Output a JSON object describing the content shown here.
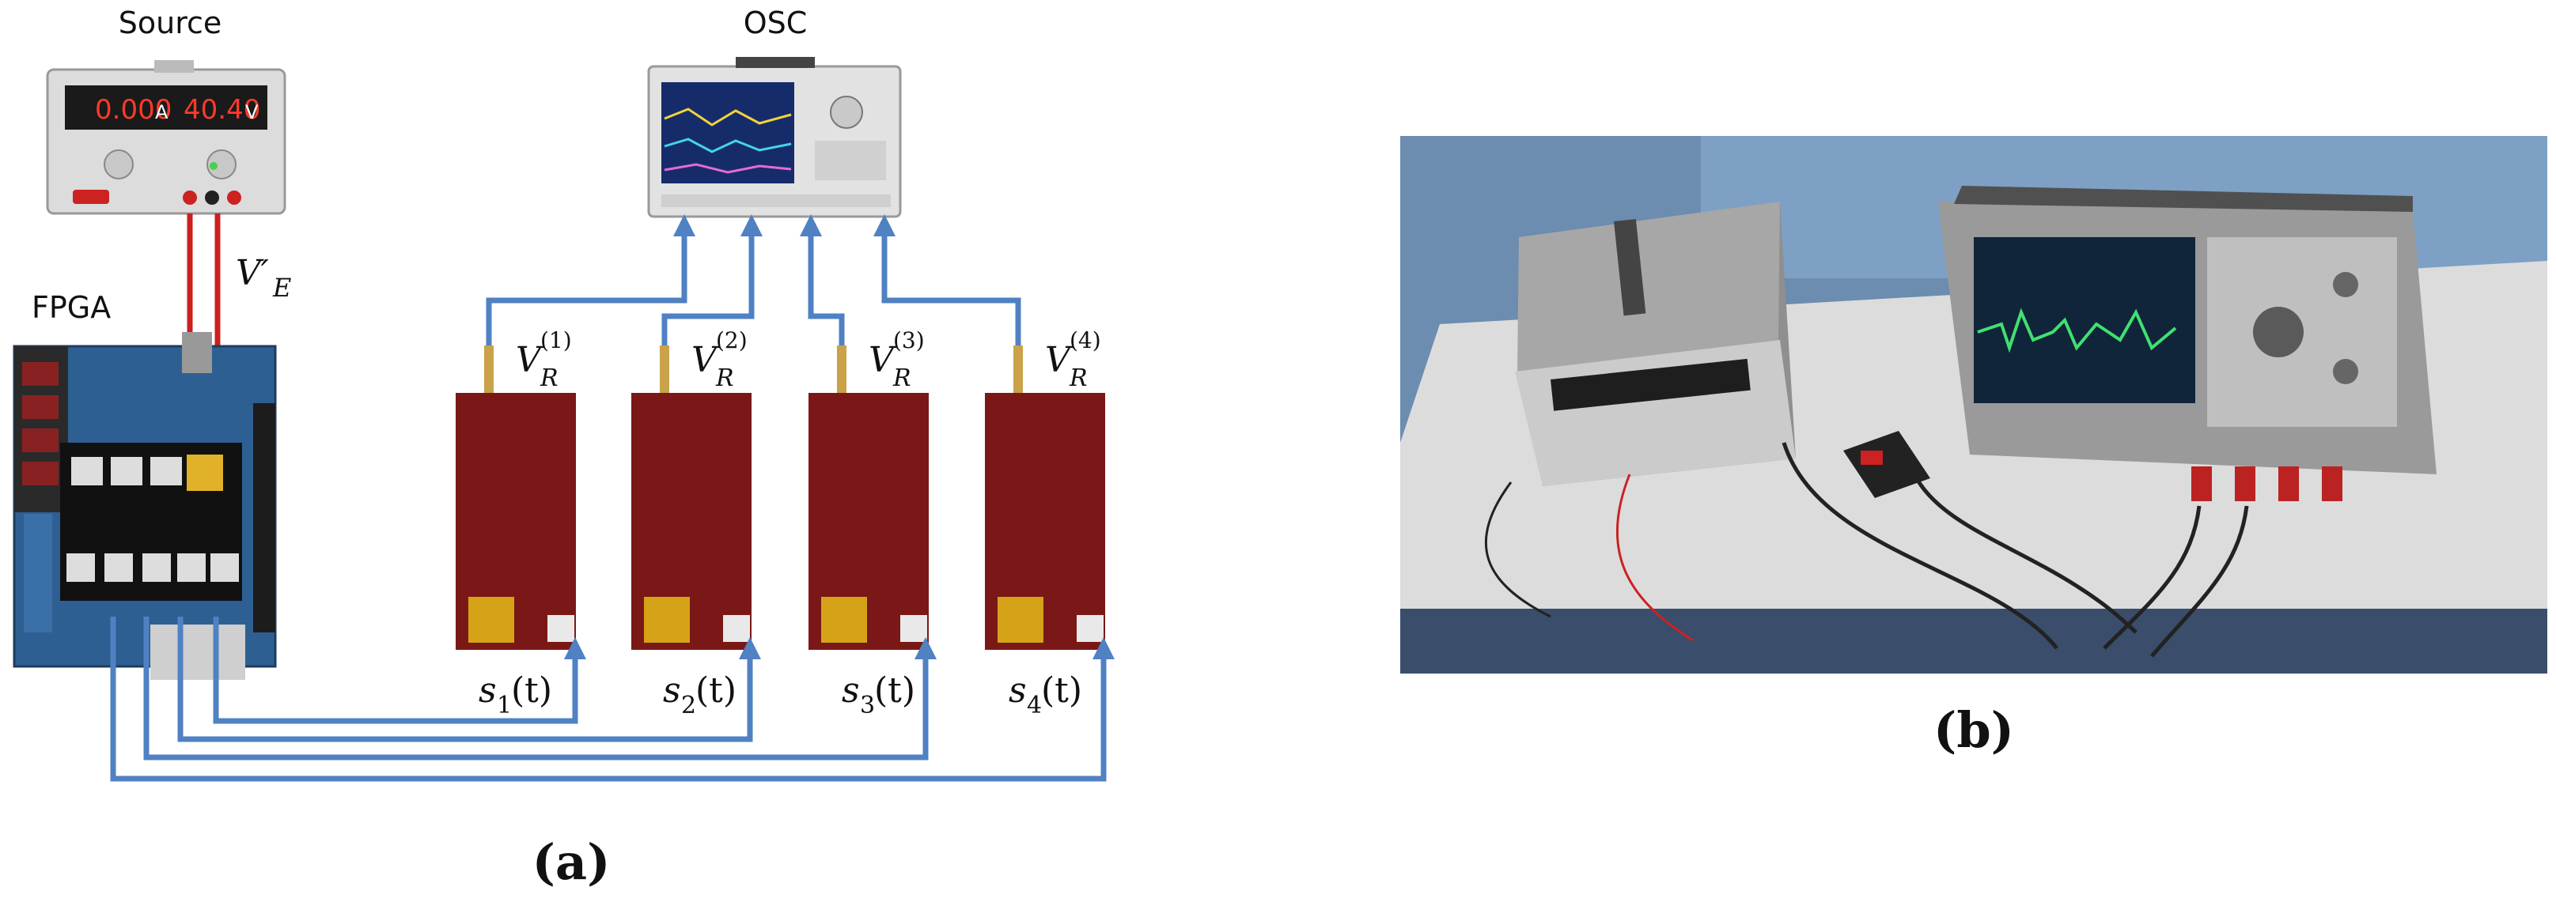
{
  "panel_a": {
    "caption": "(a)",
    "source_label": "Source",
    "osc_label": "OSC",
    "fpga_label": "FPGA",
    "supply_voltage": "V'E",
    "supply_display_left": "0.000",
    "supply_display_left_unit": "A",
    "supply_display_right": "40.40",
    "supply_display_right_unit": "V",
    "sensors": [
      {
        "receiver": "V_R^(1)",
        "receiver_base": "V",
        "receiver_sub": "R",
        "receiver_sup": "(1)",
        "signal": "s1(t)",
        "signal_base": "s",
        "signal_sub": "1",
        "signal_rest": "(t)"
      },
      {
        "receiver": "V_R^(2)",
        "receiver_base": "V",
        "receiver_sub": "R",
        "receiver_sup": "(2)",
        "signal": "s2(t)",
        "signal_base": "s",
        "signal_sub": "2",
        "signal_rest": "(t)"
      },
      {
        "receiver": "V_R^(3)",
        "receiver_base": "V",
        "receiver_sub": "R",
        "receiver_sup": "(3)",
        "signal": "s3(t)",
        "signal_base": "s",
        "signal_sub": "3",
        "signal_rest": "(t)"
      },
      {
        "receiver": "V_R^(4)",
        "receiver_base": "V",
        "receiver_sub": "R",
        "receiver_sup": "(4)",
        "signal": "s4(t)",
        "signal_base": "s",
        "signal_sub": "4",
        "signal_rest": "(t)"
      }
    ],
    "colors": {
      "power_line": "#cc1f1f",
      "signal_line": "#4f81c3",
      "pcb": "#7a1818",
      "fpga_board": "#2e5f92"
    }
  },
  "panel_b": {
    "caption": "(b)"
  }
}
